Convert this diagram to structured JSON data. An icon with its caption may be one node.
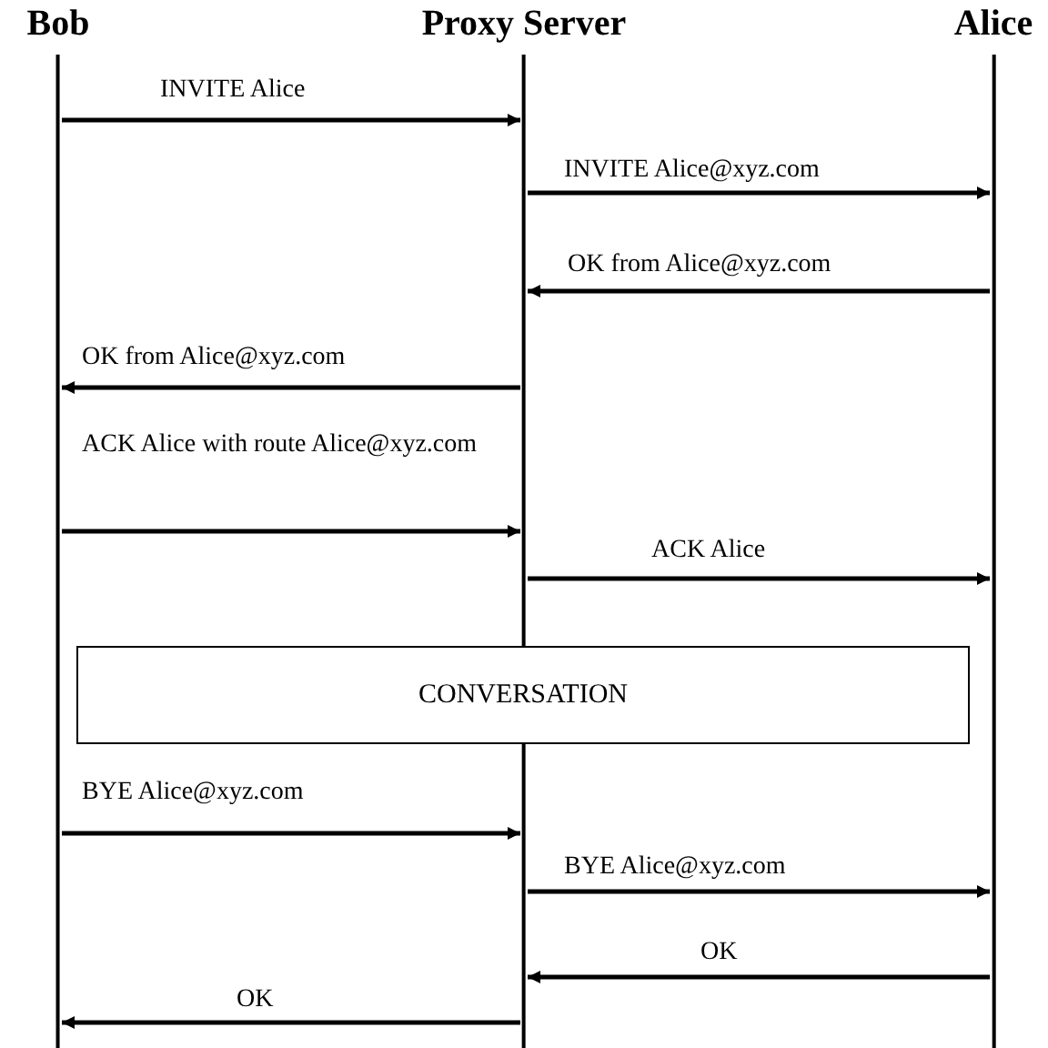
{
  "diagram": {
    "nodes": [
      {
        "text": [
          "Bob"
        ]
      },
      {
        "text": [
          "Proxy Server"
        ]
      },
      {
        "text": [
          "Alice"
        ]
      },
      {
        "text": [
          "CONVERSATION"
        ]
      }
    ],
    "edges": [
      {
        "from": 0,
        "to": 1,
        "arrow": "to",
        "label": "INVITE Alice"
      },
      {
        "from": 1,
        "to": 2,
        "arrow": "to",
        "label": "INVITE Alice@xyz.com"
      },
      {
        "from": 2,
        "to": 1,
        "arrow": "to",
        "label": "OK from Alice@xyz.com"
      },
      {
        "from": 1,
        "to": 0,
        "arrow": "to",
        "label": "OK from Alice@xyz.com"
      },
      {
        "from": 0,
        "to": 1,
        "arrow": "to",
        "label": "ACK Alice with route Alice@xyz.com"
      },
      {
        "from": 1,
        "to": 2,
        "arrow": "to",
        "label": "ACK Alice"
      },
      {
        "from": 0,
        "to": 1,
        "arrow": "to",
        "label": "BYE Alice@xyz.com"
      },
      {
        "from": 1,
        "to": 2,
        "arrow": "to",
        "label": "BYE Alice@xyz.com"
      },
      {
        "from": 2,
        "to": 1,
        "arrow": "to",
        "label": "OK"
      },
      {
        "from": 1,
        "to": 0,
        "arrow": "to",
        "label": "OK"
      }
    ]
  }
}
